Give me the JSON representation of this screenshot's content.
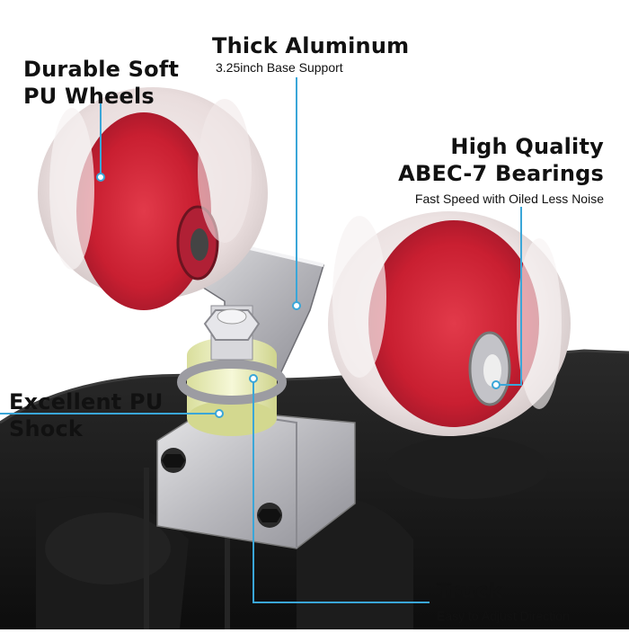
{
  "callouts": {
    "wheels": {
      "title_line1": "Durable Soft",
      "title_line2": "PU Wheels"
    },
    "aluminum": {
      "title": "Thick Aluminum",
      "subtitle": "3.25inch Base Support"
    },
    "bearings": {
      "title_line1": "High Quality",
      "title_line2": "ABEC-7 Bearings",
      "subtitle": "Fast Speed with Oiled Less Noise"
    },
    "shock": {
      "title_line1": "Excellent PU",
      "title_line2": "Shock"
    },
    "truck": {
      "title": "Truck",
      "subtitle": "Easy to Adjust Direction"
    }
  },
  "colors": {
    "callout_line": "#3aa6d8",
    "wheel_clear": "#f3ecec",
    "wheel_red": "#d6283a",
    "deck": "#151515",
    "metal": "#c9c9cc",
    "bushing": "#eef3c8"
  }
}
